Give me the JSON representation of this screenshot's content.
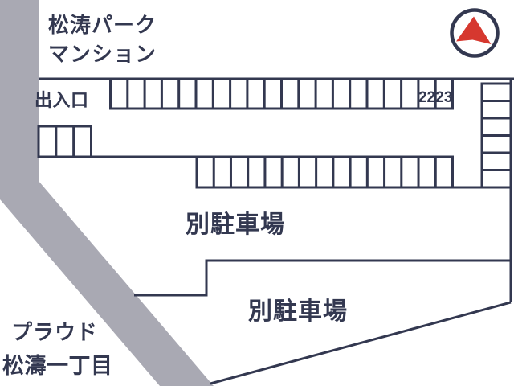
{
  "colors": {
    "ink": "#333850",
    "red": "#d6382f",
    "road": "#a9a9b3",
    "background": "#ffffff"
  },
  "labels": {
    "building_top_line1": "松涛パーク",
    "building_top_line2": "マンション",
    "entrance": "出入口",
    "aux_parking_upper": "別駐車場",
    "aux_parking_lower": "別駐車場",
    "building_bottom_line1": "プラウド",
    "building_bottom_line2": "松濤一丁目"
  },
  "parking": {
    "row_top": {
      "count": 20,
      "numbered": {
        "19": "22",
        "20": "23"
      }
    },
    "row_left_small": {
      "count": 3
    },
    "row_middle": {
      "count": 15
    },
    "column_right": {
      "count": 6
    }
  },
  "compass": {
    "name": "north-arrow"
  }
}
